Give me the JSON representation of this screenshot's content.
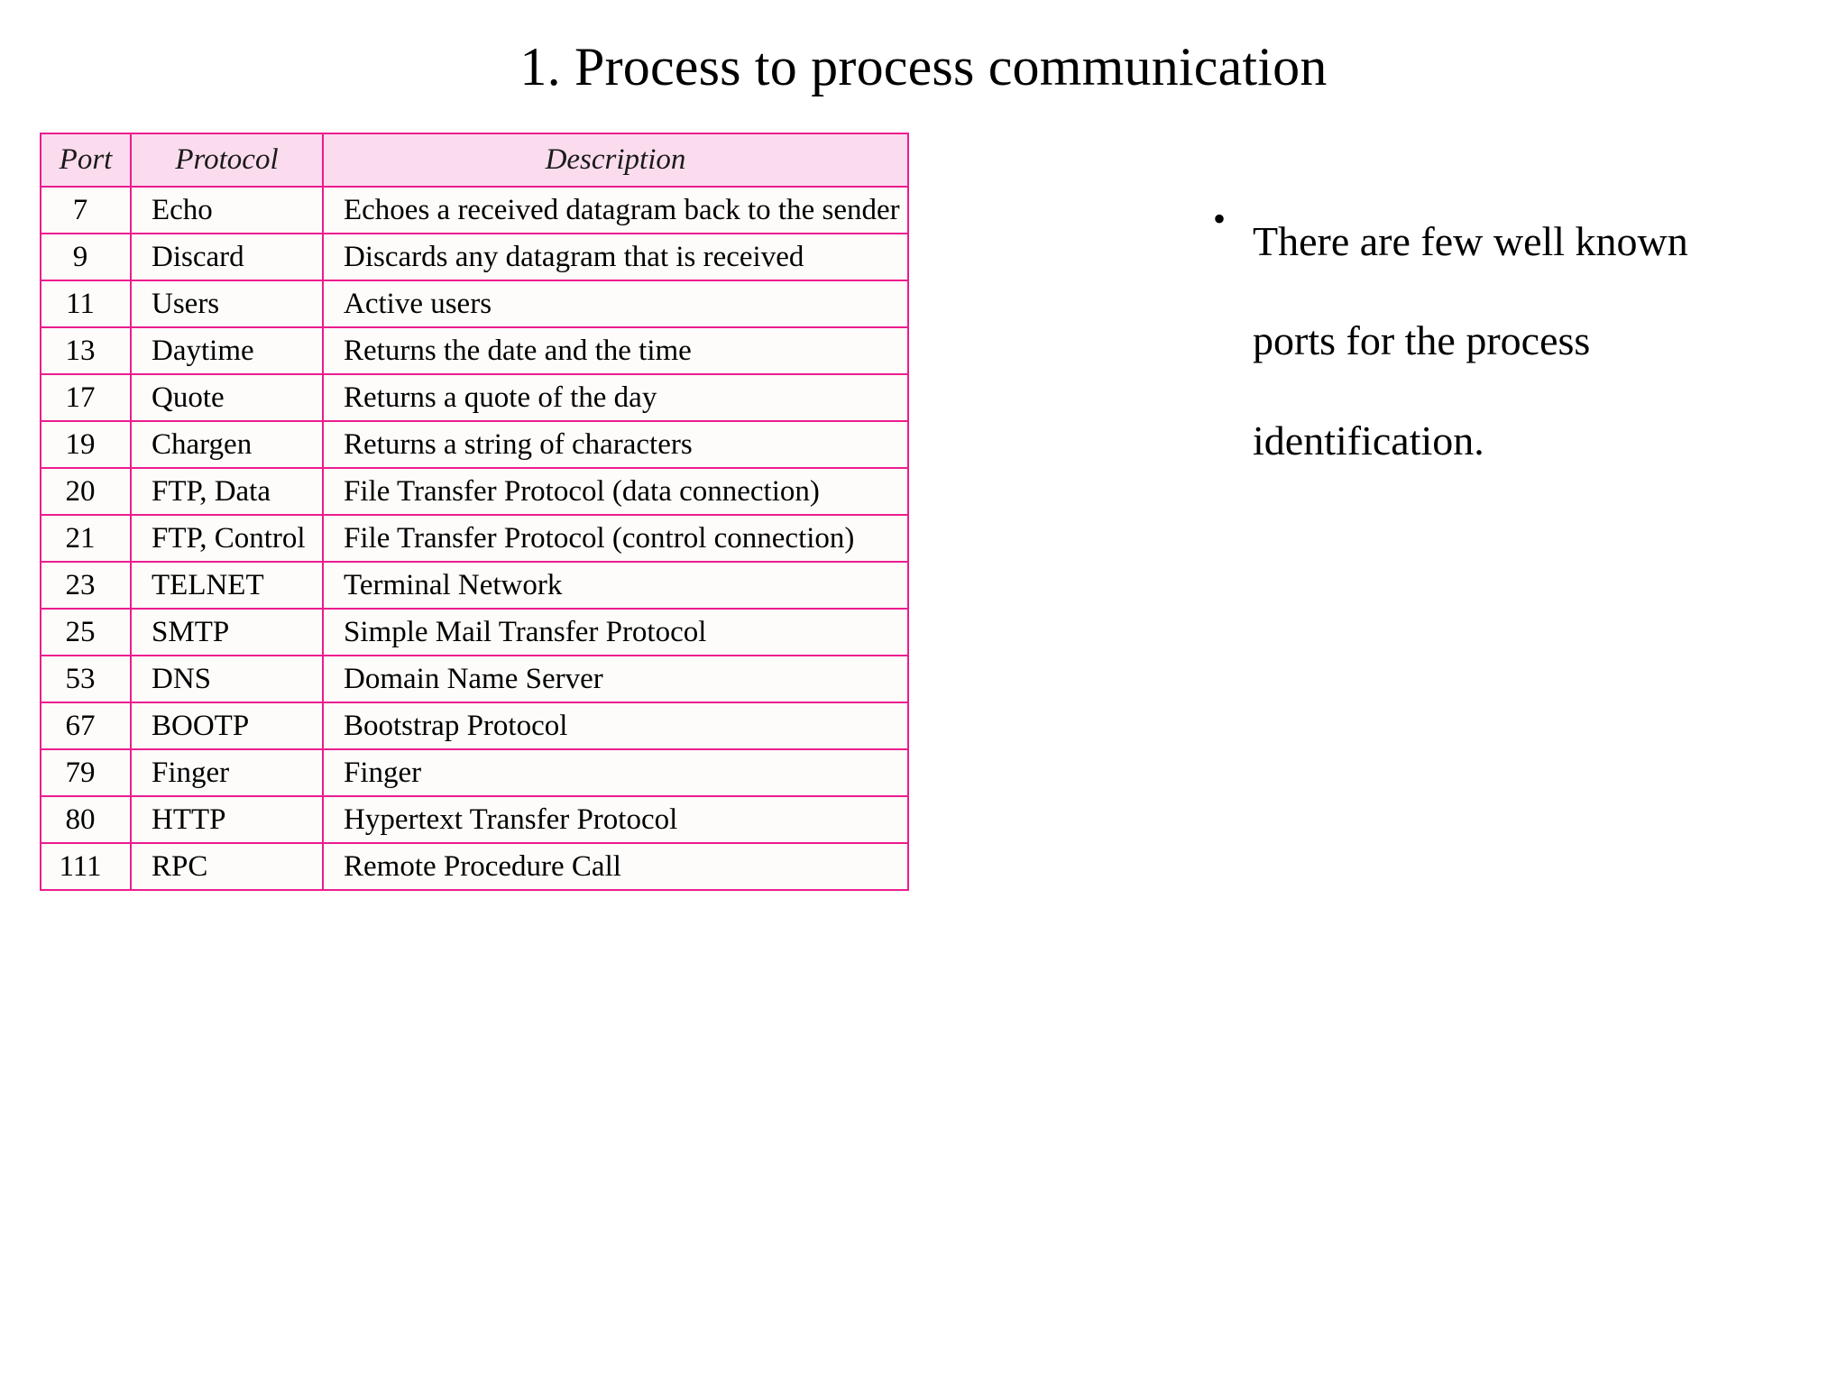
{
  "slide": {
    "title": "1. Process to process communication",
    "background_color": "#ffffff"
  },
  "colors": {
    "table_border": "#ec1c8e",
    "table_header_fill": "#fbdcee",
    "table_cell_fill": "#fdfcfa",
    "text": "#000000"
  },
  "table": {
    "name": "well-known-ports-table",
    "columns": [
      {
        "key": "port",
        "label": "Port"
      },
      {
        "key": "protocol",
        "label": "Protocol"
      },
      {
        "key": "description",
        "label": "Description"
      }
    ],
    "rows": [
      {
        "port": "7",
        "protocol": "Echo",
        "description": "Echoes a received datagram back to the sender"
      },
      {
        "port": "9",
        "protocol": "Discard",
        "description": "Discards any datagram that is received"
      },
      {
        "port": "11",
        "protocol": "Users",
        "description": "Active users"
      },
      {
        "port": "13",
        "protocol": "Daytime",
        "description": "Returns the date and the time"
      },
      {
        "port": "17",
        "protocol": "Quote",
        "description": "Returns a quote of the day"
      },
      {
        "port": "19",
        "protocol": "Chargen",
        "description": "Returns a string of characters"
      },
      {
        "port": "20",
        "protocol": "FTP, Data",
        "description": "File Transfer Protocol (data connection)"
      },
      {
        "port": "21",
        "protocol": "FTP, Control",
        "description": "File Transfer Protocol (control connection)"
      },
      {
        "port": "23",
        "protocol": "TELNET",
        "description": "Terminal Network"
      },
      {
        "port": "25",
        "protocol": "SMTP",
        "description": "Simple Mail Transfer Protocol"
      },
      {
        "port": "53",
        "protocol": "DNS",
        "description": "Domain Name Server"
      },
      {
        "port": "67",
        "protocol": "BOOTP",
        "description": "Bootstrap Protocol"
      },
      {
        "port": "79",
        "protocol": "Finger",
        "description": "Finger"
      },
      {
        "port": "80",
        "protocol": "HTTP",
        "description": "Hypertext Transfer Protocol"
      },
      {
        "port": "111",
        "protocol": "RPC",
        "description": "Remote Procedure Call"
      }
    ]
  },
  "bullets": [
    {
      "marker": "•",
      "text": "There are few well known ports for the process identification."
    }
  ]
}
